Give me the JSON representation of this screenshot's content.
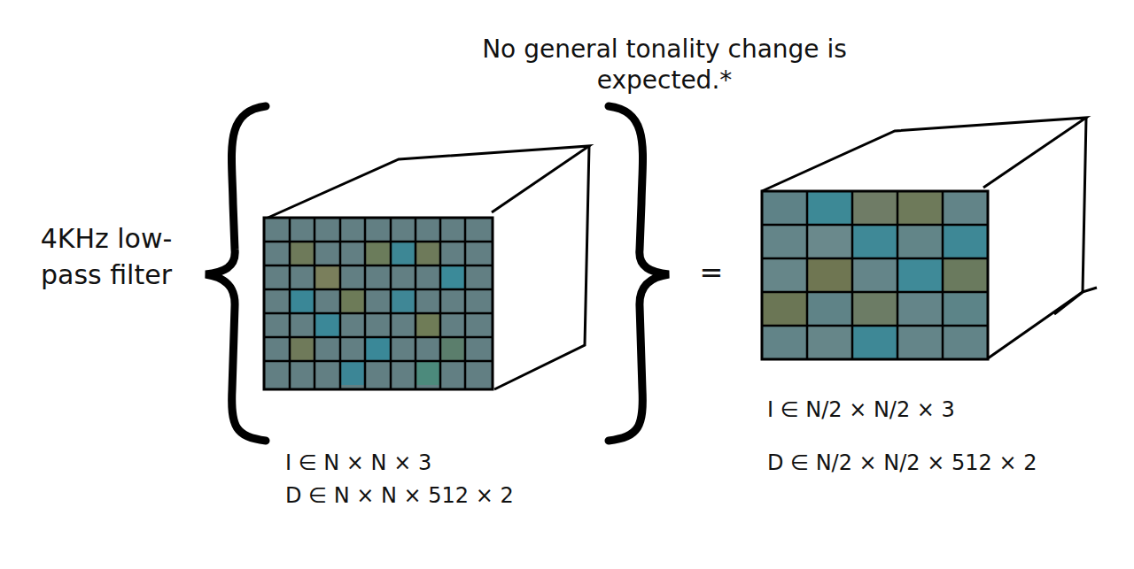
{
  "diagram": {
    "labels": [
      "No general tonality change is expected.*",
      "4KHz low-pass filter",
      "=",
      "I ∈ N × N × 3",
      "D ∈ N × N × 512 × 2",
      "I ∈ N/2 × N/2 × 3",
      "D ∈ N/2 × N/2 × 512 × 2"
    ]
  }
}
